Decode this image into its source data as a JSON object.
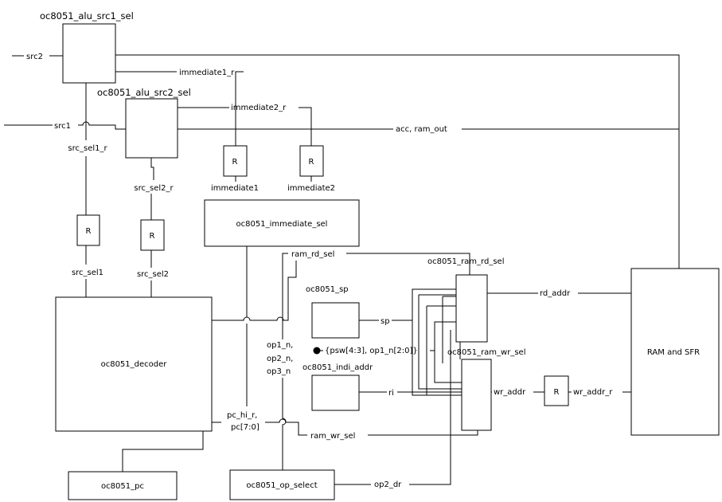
{
  "blocks": {
    "alu_src1_sel": "oc8051_alu_src1_sel",
    "alu_src2_sel": "oc8051_alu_src2_sel",
    "immediate_sel": "oc8051_immediate_sel",
    "decoder": "oc8051_decoder",
    "pc": "oc8051_pc",
    "op_select": "oc8051_op_select",
    "sp": "oc8051_sp",
    "indi_addr": "oc8051_indi_addr",
    "ram_rd_sel": "oc8051_ram_rd_sel",
    "ram_wr_sel": "oc8051_ram_wr_sel",
    "ram_sfr": "RAM and SFR"
  },
  "register_label": "R",
  "signals": {
    "src2": "src2",
    "src1": "src1",
    "immediate1_r": "immediate1_r",
    "immediate2_r": "immediate2_r",
    "acc_ram_out": "acc, ram_out",
    "src_sel1_r": "src_sel1_r",
    "src_sel2_r": "src_sel2_r",
    "immediate1": "immediate1",
    "immediate2": "immediate2",
    "src_sel1": "src_sel1",
    "src_sel2": "src_sel2",
    "ram_rd_sel": "ram_rd_sel",
    "rd_addr": "rd_addr",
    "sp": "sp",
    "psw_op1": "{psw[4:3], op1_n[2:0]}",
    "op1_n": "op1_n,",
    "op2_n": "op2_n,",
    "op3_n": "op3_n",
    "ri": "ri",
    "wr_addr": "wr_addr",
    "wr_addr_r": "wr_addr_r",
    "pc_hi_r": "pc_hi_r,",
    "pc_7_0": "pc[7:0]",
    "ram_wr_sel": "ram_wr_sel",
    "op2_dr": "op2_dr"
  }
}
